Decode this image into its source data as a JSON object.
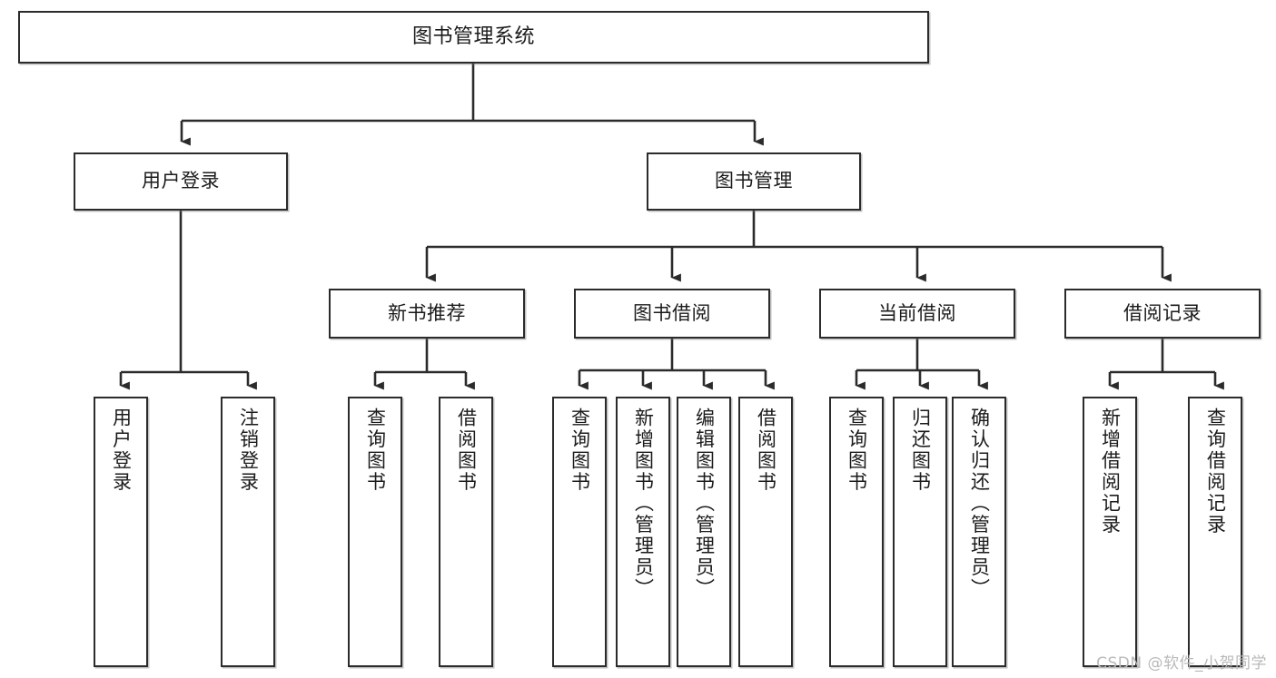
{
  "diagram": {
    "title_text": "图书管理系统",
    "type": "hierarchy-tree",
    "watermark": "CSDN @软件_小贺同学",
    "colors": {
      "stroke": "#2b2b2b",
      "fill": "#ffffff",
      "text": "#1b1b1b",
      "watermark": "#b9b9b9"
    },
    "levels": [
      {
        "level": 1,
        "nodes": [
          {
            "id": "root",
            "label": "图书管理系统",
            "orientation": "horizontal"
          }
        ]
      },
      {
        "level": 2,
        "nodes": [
          {
            "id": "user-login",
            "label": "用户登录",
            "orientation": "horizontal",
            "parent": "root"
          },
          {
            "id": "book-manage",
            "label": "图书管理",
            "orientation": "horizontal",
            "parent": "root"
          }
        ]
      },
      {
        "level": 3,
        "nodes": [
          {
            "id": "new-book-rec",
            "label": "新书推荐",
            "orientation": "horizontal",
            "parent": "book-manage"
          },
          {
            "id": "book-borrow",
            "label": "图书借阅",
            "orientation": "horizontal",
            "parent": "book-manage"
          },
          {
            "id": "current-borrow",
            "label": "当前借阅",
            "orientation": "horizontal",
            "parent": "book-manage"
          },
          {
            "id": "borrow-record",
            "label": "借阅记录",
            "orientation": "horizontal",
            "parent": "book-manage"
          }
        ]
      },
      {
        "level": 4,
        "nodes": [
          {
            "id": "leaf-user-login",
            "label": "用户登录",
            "orientation": "vertical",
            "parent": "user-login"
          },
          {
            "id": "leaf-logout",
            "label": "注销登录",
            "orientation": "vertical",
            "parent": "user-login"
          },
          {
            "id": "leaf-query-book-1",
            "label": "查询图书",
            "orientation": "vertical",
            "parent": "new-book-rec"
          },
          {
            "id": "leaf-borrow-book-1",
            "label": "借阅图书",
            "orientation": "vertical",
            "parent": "new-book-rec"
          },
          {
            "id": "leaf-query-book-2",
            "label": "查询图书",
            "orientation": "vertical",
            "parent": "book-borrow"
          },
          {
            "id": "leaf-add-book",
            "label": "新增图书（管理员）",
            "orientation": "vertical",
            "parent": "book-borrow"
          },
          {
            "id": "leaf-edit-book",
            "label": "编辑图书（管理员）",
            "orientation": "vertical",
            "parent": "book-borrow"
          },
          {
            "id": "leaf-borrow-book-2",
            "label": "借阅图书",
            "orientation": "vertical",
            "parent": "book-borrow"
          },
          {
            "id": "leaf-query-book-3",
            "label": "查询图书",
            "orientation": "vertical",
            "parent": "current-borrow"
          },
          {
            "id": "leaf-return-book",
            "label": "归还图书",
            "orientation": "vertical",
            "parent": "current-borrow"
          },
          {
            "id": "leaf-confirm-return",
            "label": "确认归还（管理员）",
            "orientation": "vertical",
            "parent": "current-borrow"
          },
          {
            "id": "leaf-add-record",
            "label": "新增借阅记录",
            "orientation": "vertical",
            "parent": "borrow-record"
          },
          {
            "id": "leaf-query-record",
            "label": "查询借阅记录",
            "orientation": "vertical",
            "parent": "borrow-record"
          }
        ]
      }
    ]
  }
}
